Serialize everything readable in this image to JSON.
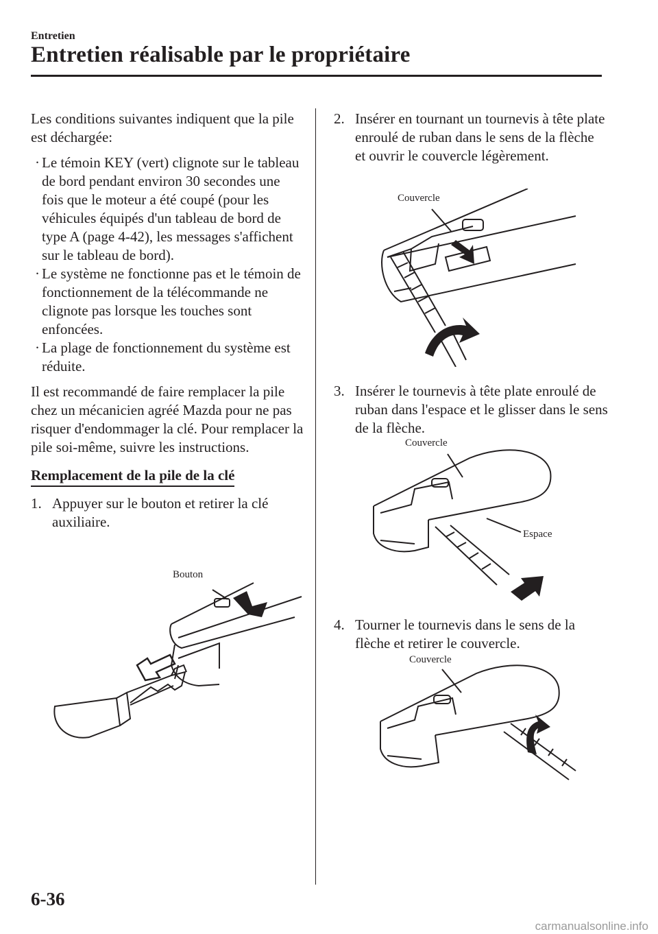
{
  "header": {
    "section": "Entretien",
    "title": "Entretien réalisable par le propriétaire"
  },
  "left": {
    "intro": "Les conditions suivantes indiquent que la pile est déchargée:",
    "bullets": [
      "Le témoin KEY (vert) clignote sur le tableau de bord pendant environ 30 secondes une fois que le moteur a été coupé (pour les véhicules équipés d'un tableau de bord de type A (page 4-42), les messages s'affichent sur le tableau de bord).",
      "Le système ne fonctionne pas et le témoin de fonctionnement de la télécommande ne clignote pas lorsque les touches sont enfoncées.",
      "La plage de fonctionnement du système est réduite."
    ],
    "recommendation": "Il est recommandé de faire remplacer la pile chez un mécanicien agréé Mazda pour ne pas risquer d'endommager la clé. Pour remplacer la pile soi-même, suivre les instructions.",
    "heading": "Remplacement de la pile de la clé",
    "step1": {
      "num": "1.",
      "text": "Appuyer sur le bouton et retirer la clé auxiliaire.",
      "label": "Bouton"
    }
  },
  "right": {
    "step2": {
      "num": "2.",
      "text": "Insérer en tournant un tournevis à tête plate enroulé de ruban dans le sens de la flèche et ouvrir le couvercle légèrement.",
      "label": "Couvercle"
    },
    "step3": {
      "num": "3.",
      "text": "Insérer le tournevis à tête plate enroulé de ruban dans l'espace et le glisser dans le sens de la flèche.",
      "label_cover": "Couvercle",
      "label_gap": "Espace"
    },
    "step4": {
      "num": "4.",
      "text": "Tourner le tournevis dans le sens de la flèche et retirer le couvercle.",
      "label": "Couvercle"
    }
  },
  "footer": {
    "page_number": "6-36",
    "watermark": "carmanualsonline.info"
  }
}
